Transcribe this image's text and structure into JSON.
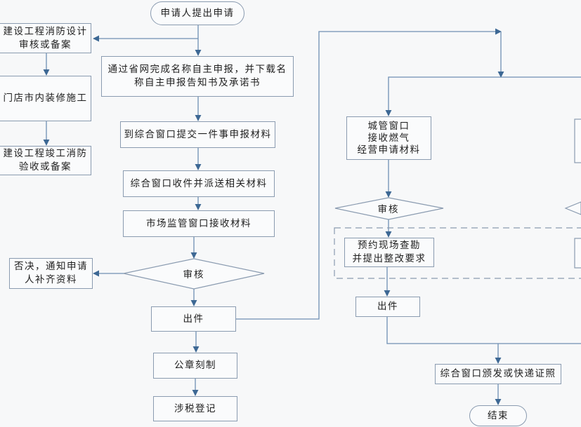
{
  "nodes": {
    "start": "申请人提出申请",
    "fire_design": "建设工程消防设计\n审核或备案",
    "renovation": "门店市内装修施工",
    "fire_accept": "建设工程竣工消防\n验收或备案",
    "name_declare": "通过省网完成名称自主申报，并下载名\n称自主申报告知书及承诺书",
    "submit": "到综合窗口提交一件事申报材料",
    "receive_dispatch": "综合窗口收件并派送相关材料",
    "market_receive": "市场监管窗口接收材料",
    "review_main": "审核",
    "reject": "否决，通知申请\n人补齐资料",
    "issue_main": "出件",
    "seal": "公章刻制",
    "tax": "涉税登记",
    "city_receive": "城管窗口\n接收燃气\n经营申请材料",
    "review_city": "审核",
    "site_check": "预约现场查勘\n并提出整改要求",
    "issue_city": "出件",
    "final_issue": "综合窗口颁发或快递证照",
    "end": "结束"
  },
  "colors": {
    "line": "#5b7fa6",
    "arrow": "#3d6894",
    "border": "#8a9bb0",
    "dashed": "#8a9bb0",
    "background": "#f7f8f9"
  }
}
